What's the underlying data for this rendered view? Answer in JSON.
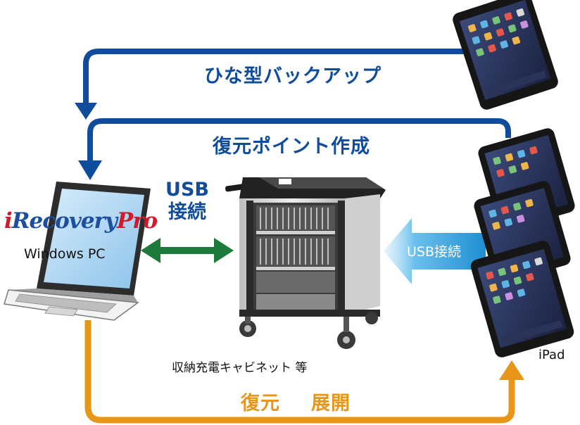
{
  "flows": {
    "backup_label": "ひな型バックアップ",
    "restore_point_label": "復元ポイント作成",
    "restore_label": "復元",
    "deploy_label": "展開",
    "usb_line1": "USB",
    "usb_line2": "接続",
    "usb_ipad_label": "USB接続"
  },
  "pc": {
    "logo_i": "i",
    "logo_recovery": "Recovery",
    "logo_pro": "Pro",
    "caption": "Windows PC"
  },
  "cabinet": {
    "caption": "収納充電キャビネット 等"
  },
  "ipad": {
    "caption": "iPad"
  },
  "colors": {
    "flow_blue": "#0f4c9b",
    "flow_orange": "#e8961a",
    "usb_green": "#1e7a3a",
    "usb_light_blue": "#3aa6de"
  }
}
